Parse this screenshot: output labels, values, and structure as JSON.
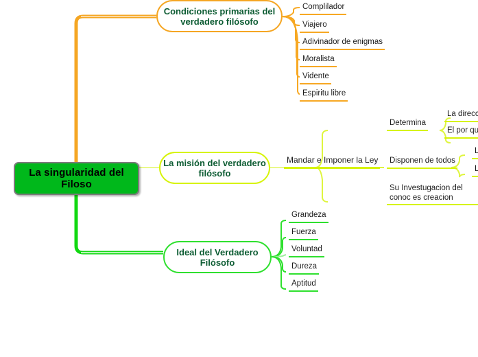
{
  "colors": {
    "root_fill": "#00b81b",
    "root_border": "#7a7a7a",
    "root_text": "#000000",
    "branch_text": "#0d5c33",
    "leaf_text": "#1d1d1d",
    "orange": "#f5a623",
    "yellow_green": "#d6f305",
    "green": "#2ee02e",
    "background": "#ffffff"
  },
  "root": {
    "label": "La singularidad del Filoso"
  },
  "branches": [
    {
      "id": "condiciones",
      "label": "Condiciones primarias del verdadero filósofo",
      "color": "#f5a623",
      "leaves": [
        {
          "label": "Complilador"
        },
        {
          "label": "Viajero"
        },
        {
          "label": "Adivinador de enigmas"
        },
        {
          "label": "Moralista"
        },
        {
          "label": "Vidente"
        },
        {
          "label": "Espiritu libre"
        }
      ]
    },
    {
      "id": "mision",
      "label": "La misión del verdadero filósofo",
      "color": "#d6f305",
      "connector_label": "Mandar e Imponer la Ley",
      "leaves": [
        {
          "label": "Determina"
        },
        {
          "label": "Disponen de todos"
        },
        {
          "label": "Su Investugacion del conoc es creacion"
        }
      ],
      "sub_leaves": [
        {
          "label": "La direcci"
        },
        {
          "label": "El por que"
        },
        {
          "label": "L"
        },
        {
          "label": "L"
        }
      ]
    },
    {
      "id": "ideal",
      "label": "Ideal del Verdadero Filósofo",
      "color": "#2ee02e",
      "leaves": [
        {
          "label": "Grandeza"
        },
        {
          "label": "Fuerza"
        },
        {
          "label": "Voluntad"
        },
        {
          "label": "Dureza"
        },
        {
          "label": "Aptitud"
        }
      ]
    }
  ]
}
